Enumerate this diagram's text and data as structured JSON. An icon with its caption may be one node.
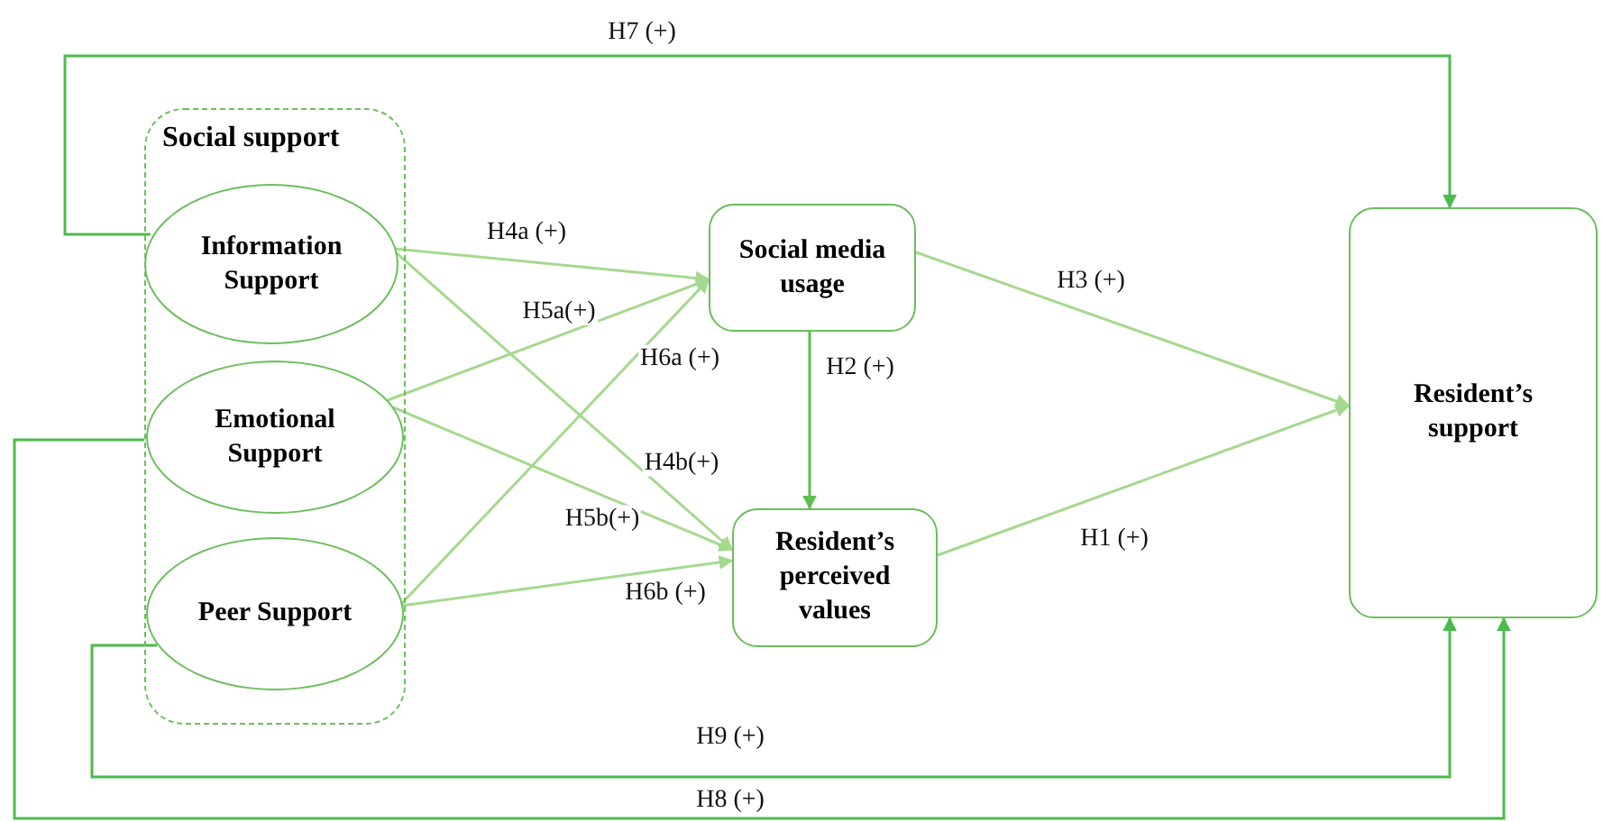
{
  "diagram": {
    "nodes": [
      {
        "text": [
          "Social support"
        ]
      },
      {
        "text": [
          "Information Support"
        ],
        "in": 0
      },
      {
        "text": [
          "Emotional Support"
        ],
        "in": 0
      },
      {
        "text": [
          "Peer Support"
        ],
        "in": 0
      },
      {
        "text": [
          "Social media usage"
        ]
      },
      {
        "text": [
          "Resident’s perceived values"
        ]
      },
      {
        "text": [
          "Resident’s support"
        ]
      }
    ],
    "edges": [
      {
        "from": 1,
        "to": 6,
        "arrow": "to",
        "label": "H7 (+)",
        "color": "#4cbb4c"
      },
      {
        "from": 1,
        "to": 4,
        "arrow": "to",
        "label": "H4a (+)"
      },
      {
        "from": 2,
        "to": 4,
        "arrow": "to",
        "label": "H5a(+)"
      },
      {
        "from": 3,
        "to": 4,
        "arrow": "to",
        "label": "H6a (+)"
      },
      {
        "from": 1,
        "to": 5,
        "arrow": "to",
        "label": "H4b(+)"
      },
      {
        "from": 2,
        "to": 5,
        "arrow": "to",
        "label": "H5b(+)"
      },
      {
        "from": 3,
        "to": 5,
        "arrow": "to",
        "label": "H6b (+)"
      },
      {
        "from": 4,
        "to": 5,
        "arrow": "to",
        "label": "H2 (+)",
        "color": "#5cbf4f"
      },
      {
        "from": 4,
        "to": 6,
        "arrow": "to",
        "label": "H3 (+)"
      },
      {
        "from": 5,
        "to": 6,
        "arrow": "to",
        "label": "H1 (+)"
      },
      {
        "from": 3,
        "to": 6,
        "arrow": "to",
        "label": "H9 (+)",
        "color": "#4cbb4c"
      },
      {
        "from": 2,
        "to": 6,
        "arrow": "to",
        "label": "H8 (+)",
        "color": "#4cbb4c"
      }
    ]
  }
}
